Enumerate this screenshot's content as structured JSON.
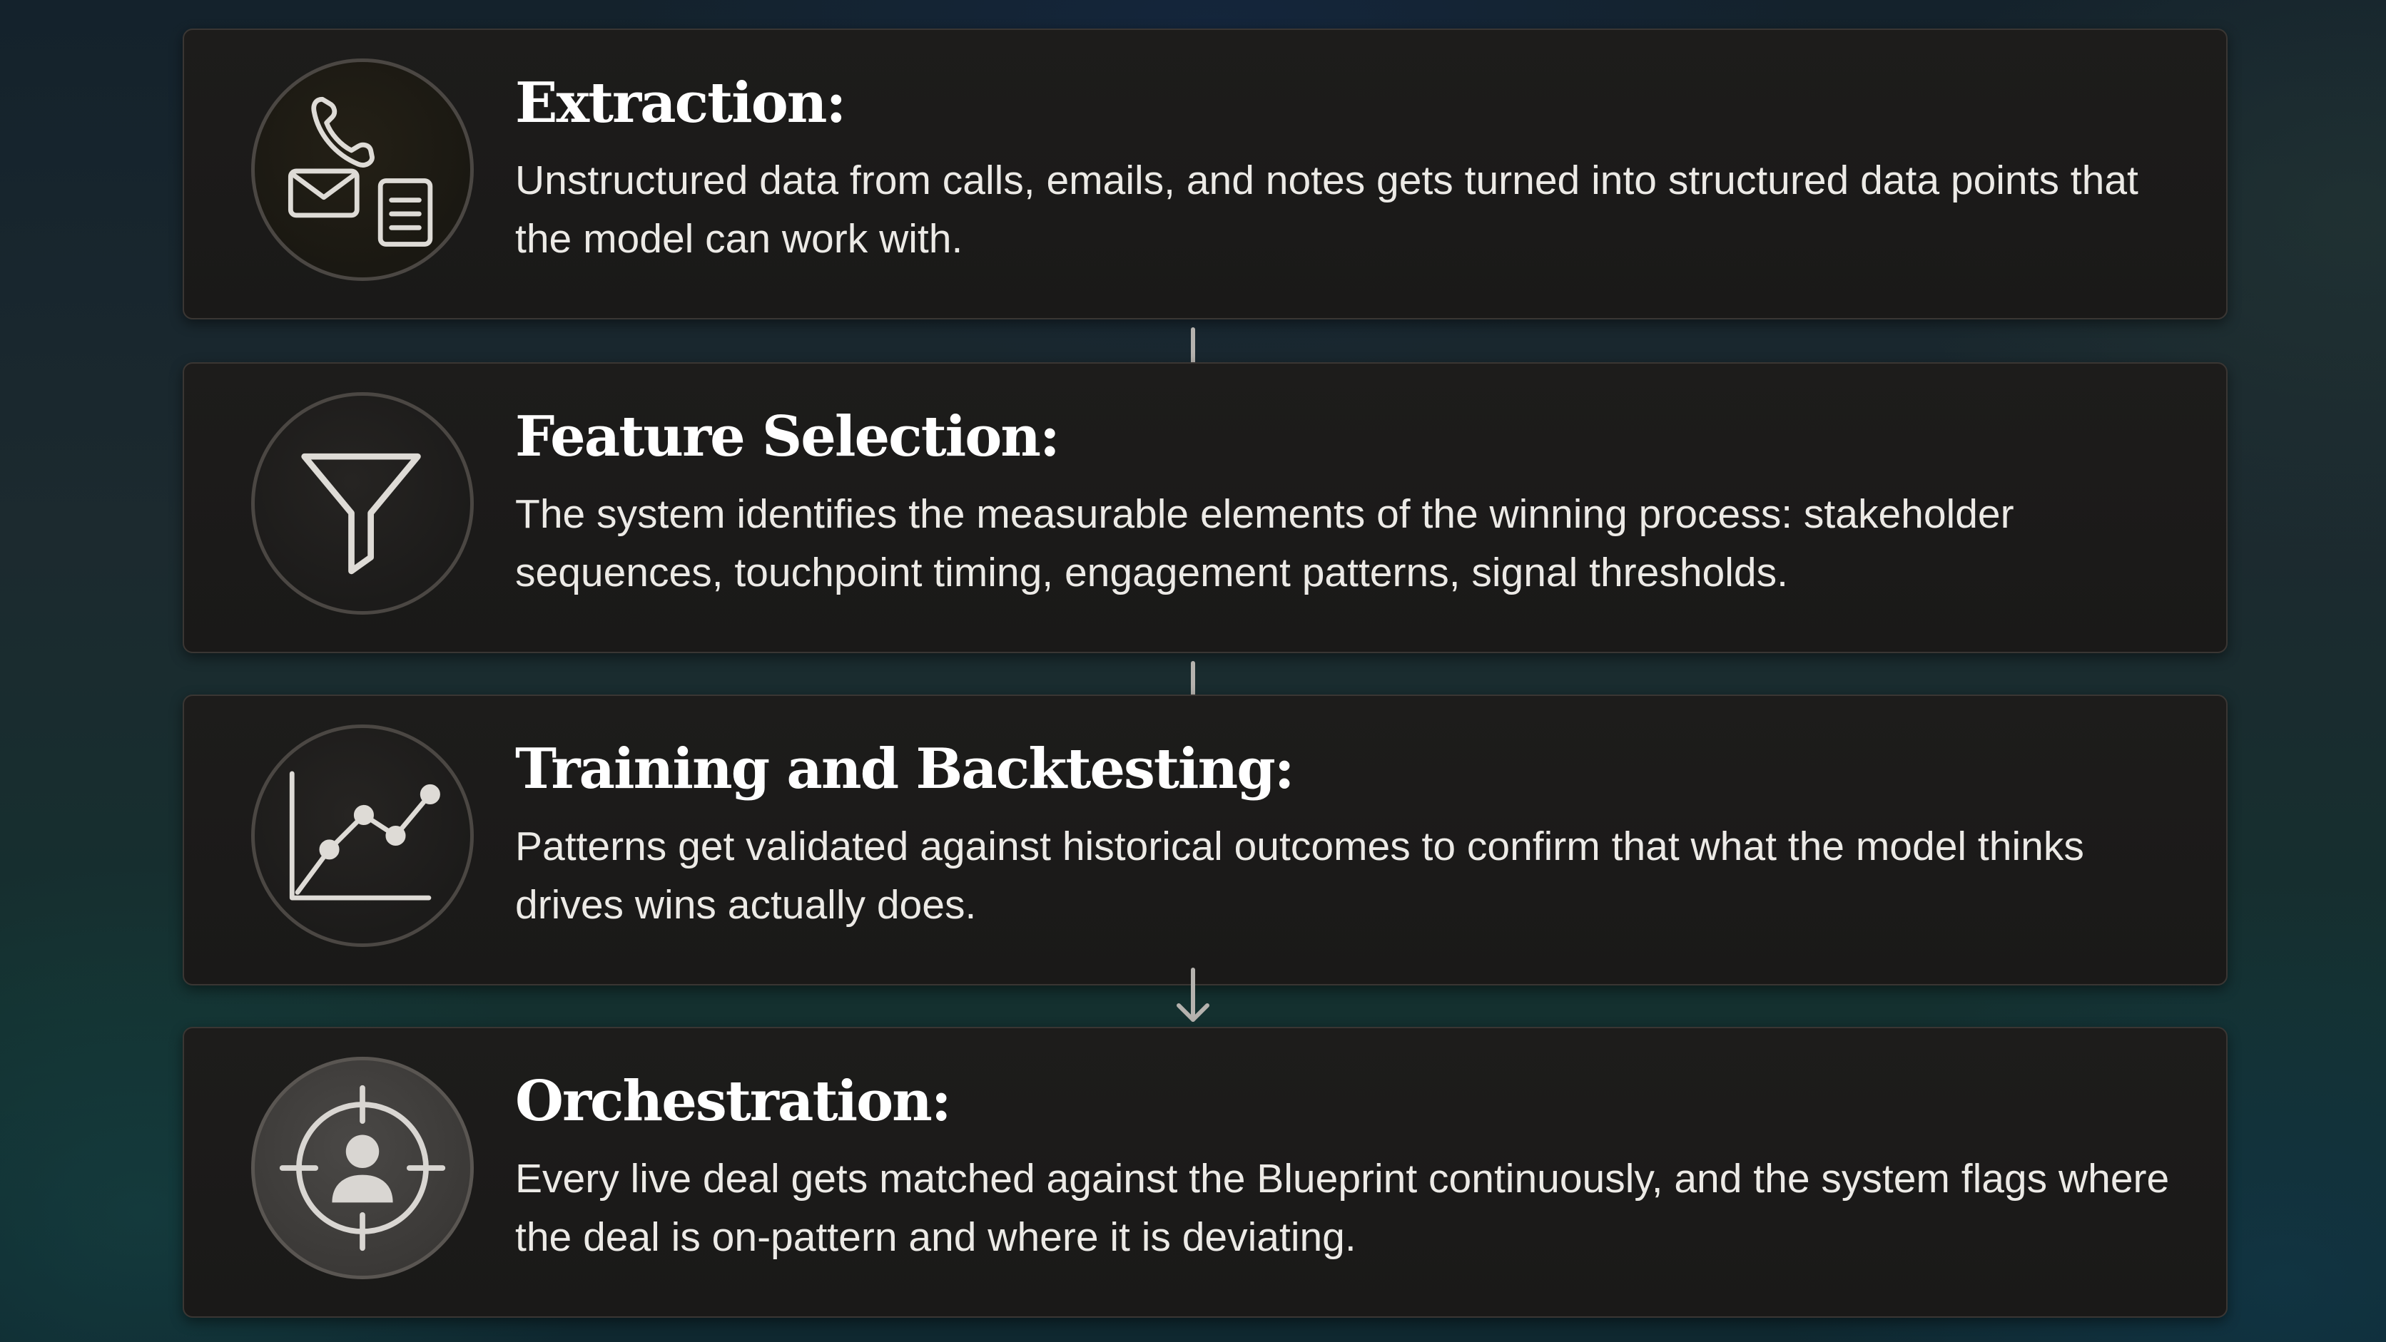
{
  "steps": [
    {
      "title": "Extraction:",
      "description": "Unstructured data from calls, emails, and notes gets turned into structured data points that the model can work with.",
      "icon": "phone-mail-document-icon"
    },
    {
      "title": "Feature Selection:",
      "description": "The system identifies the measurable elements of the winning process: stakeholder sequences, touchpoint timing, engagement patterns, signal thresholds.",
      "icon": "funnel-icon"
    },
    {
      "title": "Training and Backtesting:",
      "description": "Patterns get validated against historical outcomes to confirm that what the model thinks drives wins actually does.",
      "icon": "line-chart-icon"
    },
    {
      "title": "Orchestration:",
      "description": "Every live deal gets matched against the Blueprint continuously, and the system flags where the deal is on-pattern and where it is deviating.",
      "icon": "target-person-icon"
    }
  ],
  "colors": {
    "card_background": "#1c1b1a",
    "card_border": "#3a3633",
    "title_text": "#ffffff",
    "body_text": "#eceae6",
    "icon_stroke": "#d9d6d2",
    "arrow": "#b5b2ae"
  }
}
